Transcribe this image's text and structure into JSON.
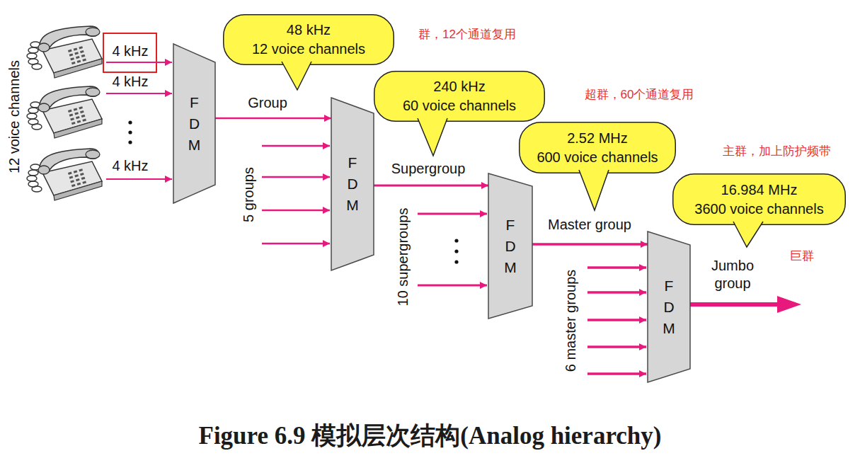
{
  "diagram": {
    "caption": "Figure 6.9 模拟层次结构(Analog hierarchy)",
    "nodes": [
      {
        "text": [
          "F D M"
        ]
      },
      {
        "text": [
          "48 kHz",
          "12 voice channels"
        ]
      },
      {
        "text": [
          "F D M"
        ]
      },
      {
        "text": [
          "240 kHz",
          "60 voice channels"
        ]
      },
      {
        "text": [
          "F D M"
        ]
      },
      {
        "text": [
          "2.52 MHz",
          "600 voice channels"
        ]
      },
      {
        "text": [
          "F D M"
        ]
      },
      {
        "text": [
          "16.984 MHz",
          "3600 voice channels"
        ]
      }
    ],
    "edges": [
      {
        "from": 0,
        "to": 2,
        "arrow": "to",
        "label": "Group"
      },
      {
        "from": 2,
        "to": 4,
        "arrow": "to",
        "label": "Supergroup"
      },
      {
        "from": 4,
        "to": 6,
        "arrow": "to",
        "label": "Master group"
      }
    ],
    "labels": [
      "12 voice channels",
      "4 kHz",
      "4 kHz",
      "4 kHz",
      "群，12个通道复用",
      "5 groups",
      "超群，60个通道复用",
      "10 supergroups",
      "主群，加上防护频带",
      "6 master groups",
      "Jumbo group",
      "巨群"
    ]
  }
}
